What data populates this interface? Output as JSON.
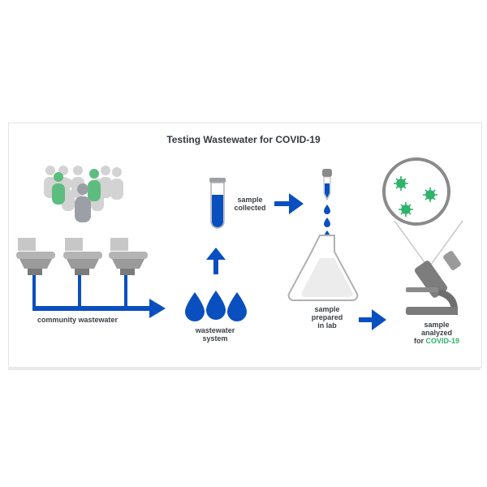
{
  "diagram": {
    "title": "Testing Wastewater for COVID-19",
    "labels": {
      "community": "community wastewater",
      "system_line1": "wastewater",
      "system_line2": "system",
      "collected_line1": "sample",
      "collected_line2": "collected",
      "prepared_line1": "sample",
      "prepared_line2": "prepared",
      "prepared_line3": "in lab",
      "analyzed_line1": "sample",
      "analyzed_line2": "analyzed",
      "analyzed_line3_prefix": "for ",
      "analyzed_line3_highlight": "COVID-19"
    },
    "colors": {
      "accent_blue": "#0a4fbf",
      "gray_dark": "#6e6e6e",
      "gray_light": "#c7c7c7",
      "covid_green": "#2fb36a"
    }
  }
}
